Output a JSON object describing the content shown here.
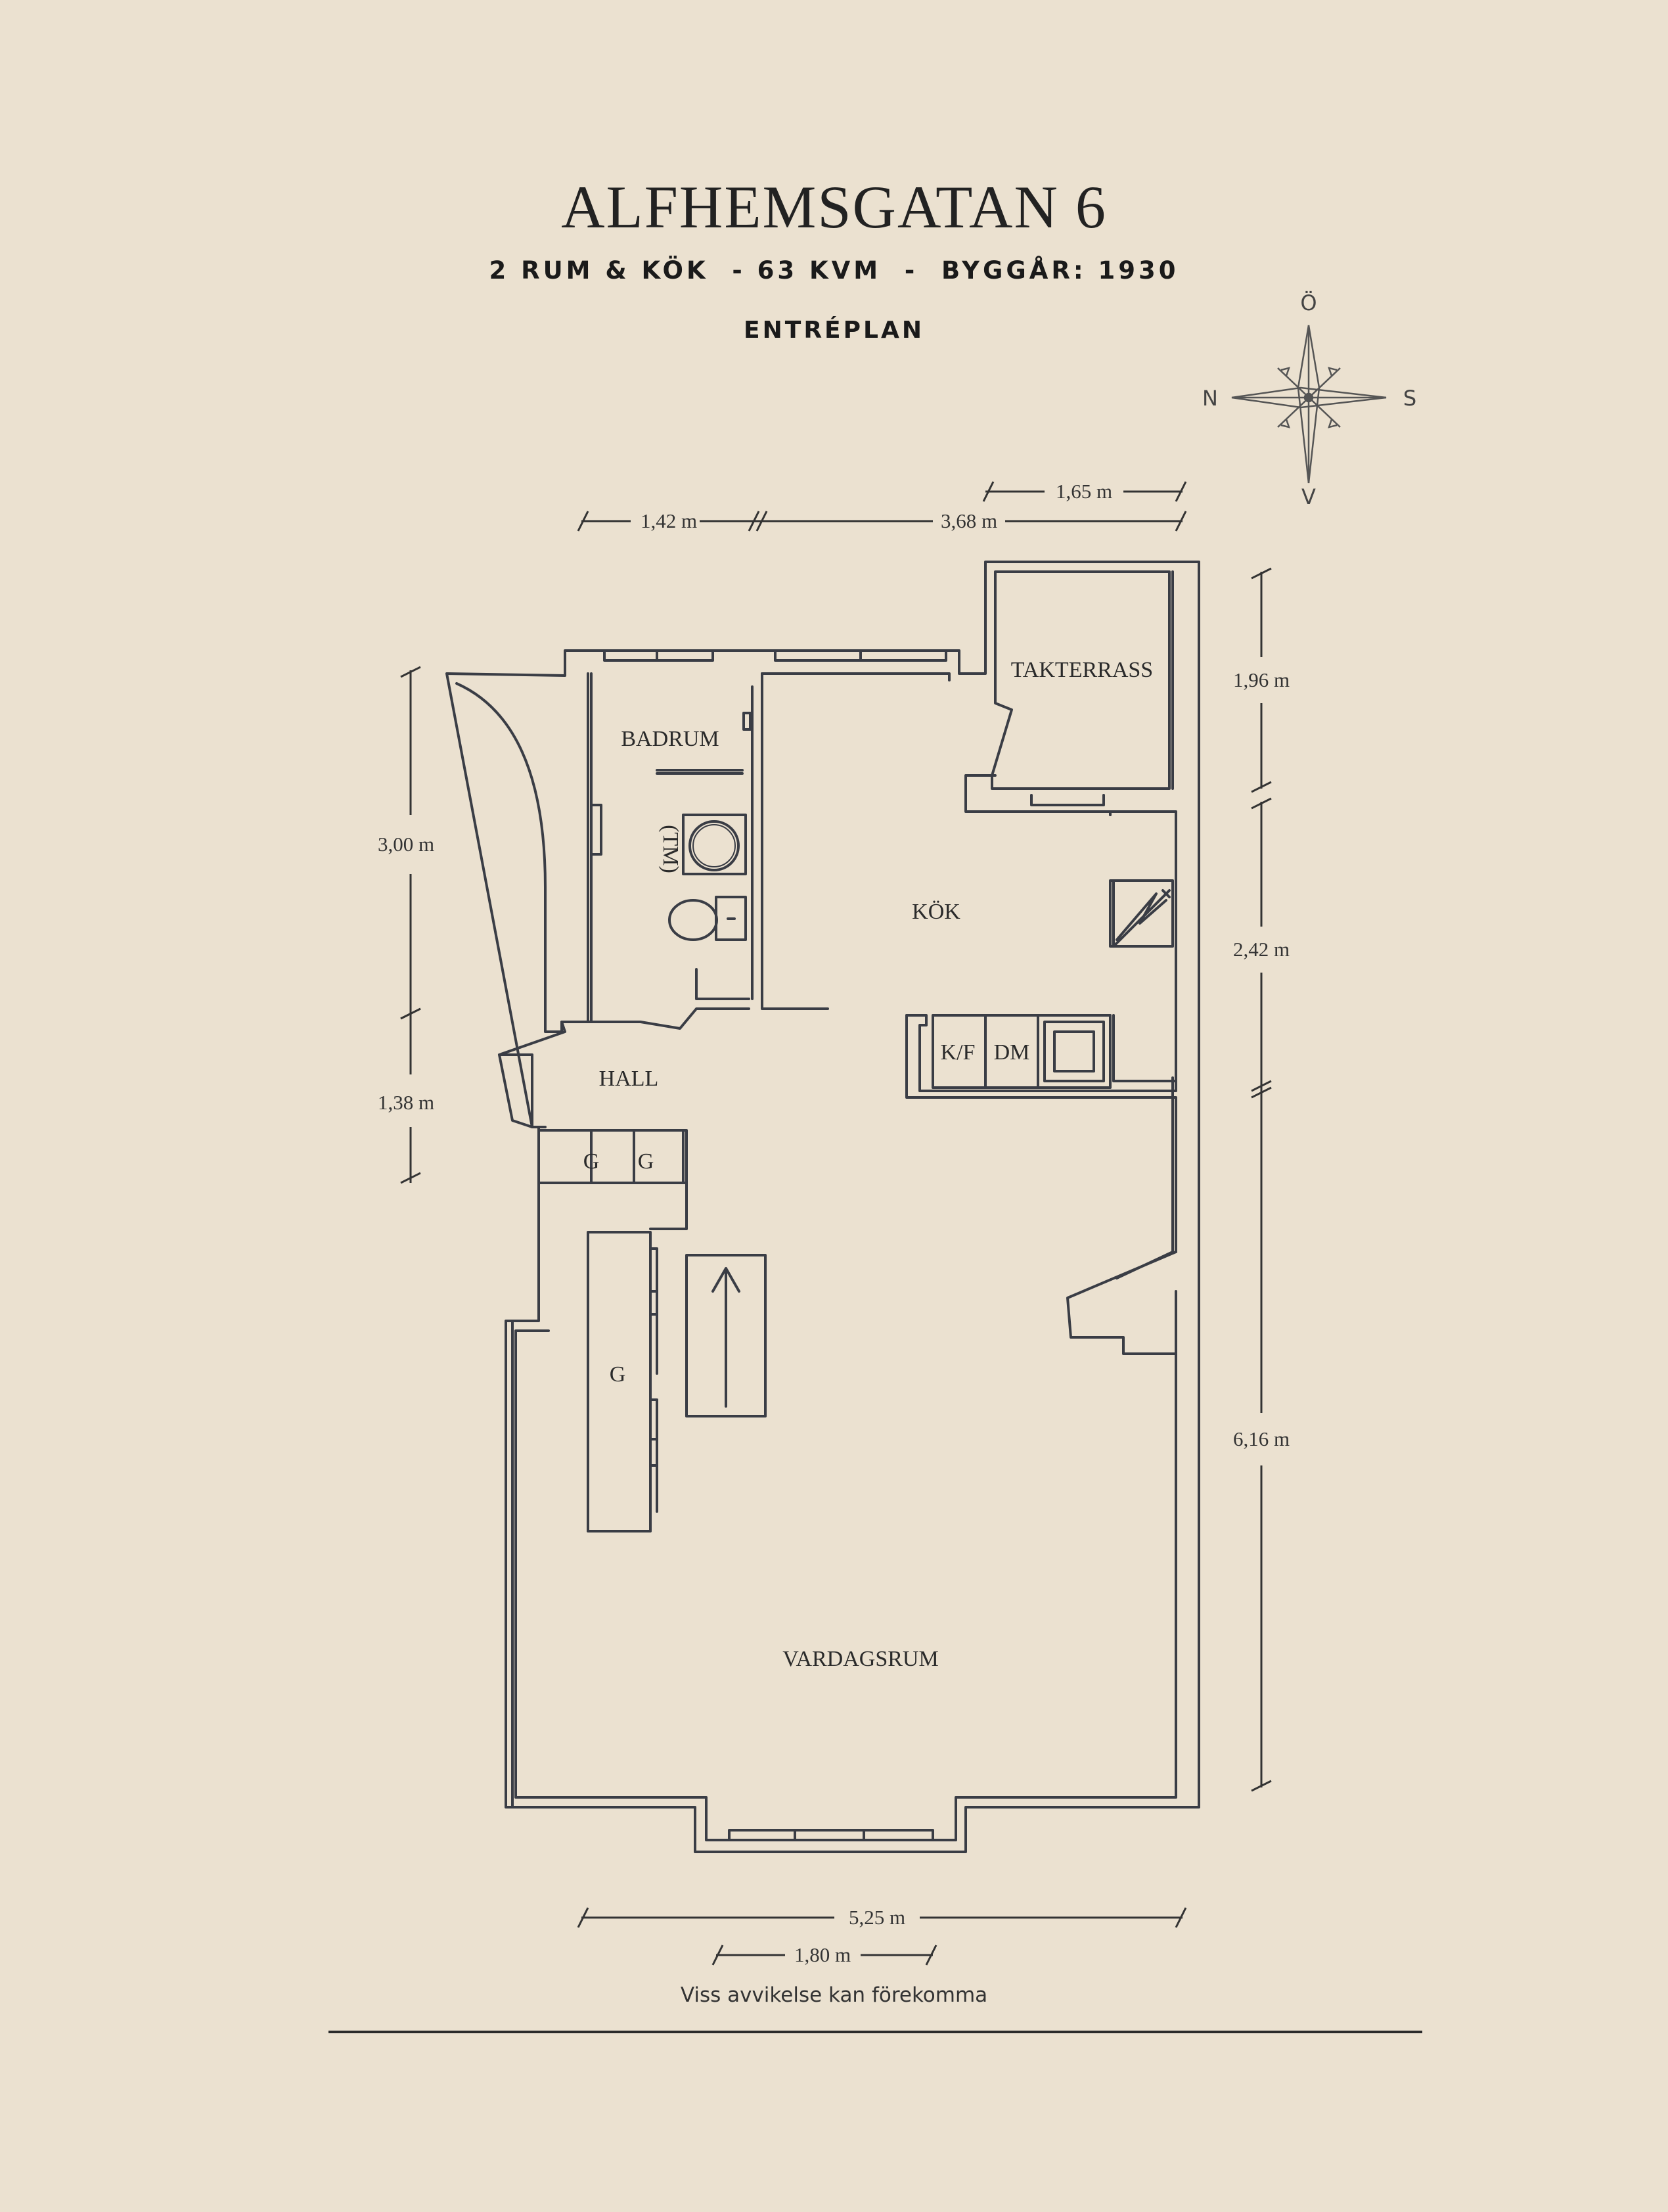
{
  "header": {
    "title": "ALFHEMSGATAN 6",
    "subtitle": "2 RUM & KÖK  - 63 KVM  -  BYGGÅR: 1930",
    "level": "ENTRÉPLAN"
  },
  "compass": {
    "north": "N",
    "south": "S",
    "east": "Ö",
    "west": "V"
  },
  "rooms": {
    "badrum": "BADRUM",
    "takterrass": "TAKTERRASS",
    "kok": "KÖK",
    "tm": "(TM)",
    "hall": "HALL",
    "kf": "K/F",
    "dm": "DM",
    "g1": "G",
    "g2": "G",
    "g3": "G",
    "vardagsrum": "VARDAGSRUM"
  },
  "dimensions": {
    "top_left": "1,42 m",
    "top_mid": "3,68 m",
    "top_right": "1,65 m",
    "right_1": "1,96 m",
    "right_2": "2,42 m",
    "right_3": "6,16 m",
    "left_1": "3,00 m",
    "left_2": "1,38 m",
    "bottom_1": "5,25 m",
    "bottom_2": "1,80 m"
  },
  "footer": {
    "disclaimer": "Viss avvikelse kan förekomma"
  },
  "colors": {
    "background": "#ebe1d0",
    "ink": "#3a3d45"
  }
}
